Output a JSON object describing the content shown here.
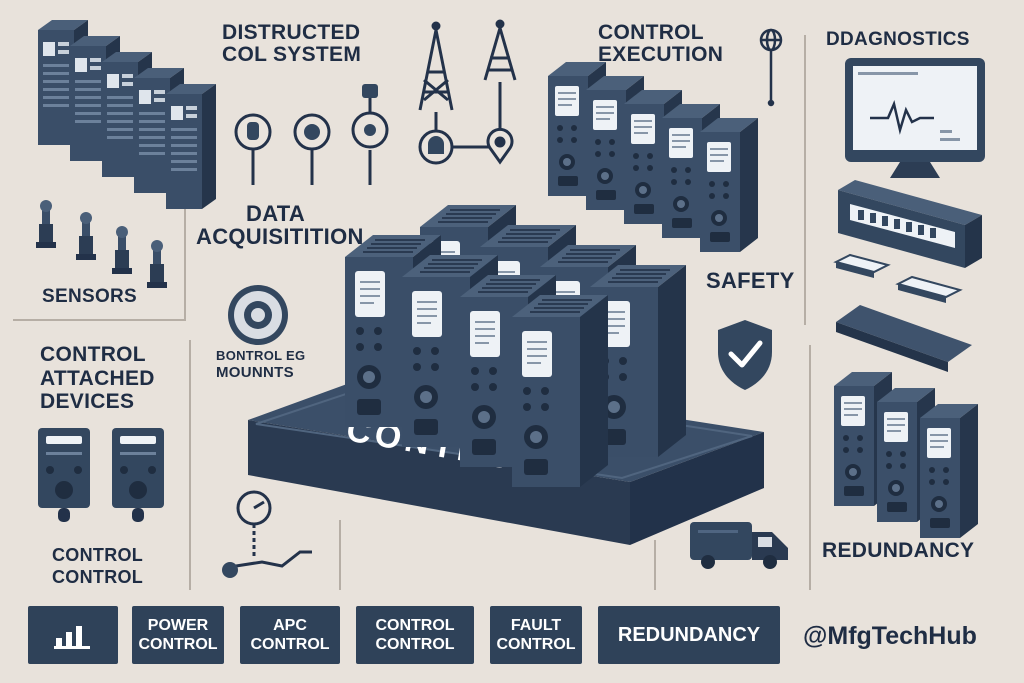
{
  "labels": {
    "distributed_system": [
      "DISTRUCTED",
      "COL SYSTEM"
    ],
    "control_execution": [
      "CONTROL",
      "EXECUTION"
    ],
    "diagnostics": "DDAGNOSTICS",
    "data_acquisition": [
      "DATA",
      "ACQUISITITION"
    ],
    "sensors": "SENSORS",
    "safety": "SAFETY",
    "control_attached_devices": [
      "CONTROL",
      "ATTACHED",
      "DEVICES"
    ],
    "mounts": [
      "BONTROL EG",
      "MOUNNTS"
    ],
    "control_control": [
      "CONTROL",
      "CONTROL"
    ],
    "platform": "CONTROL",
    "redundancy": "REDUNDANCY"
  },
  "bottom_bar": {
    "power_control": [
      "POWER",
      "CONTROL"
    ],
    "apc_control": [
      "APC",
      "CONTROL"
    ],
    "control_control": [
      "CONTROL",
      "CONTROL"
    ],
    "fault_control": [
      "FAULT",
      "CONTROL"
    ],
    "redundancy": "REDUNDANCY",
    "handle": "@MfgTechHub"
  },
  "icons": [
    "chart-icon",
    "globe-icon",
    "shield-check-icon",
    "truck-icon",
    "tower-icon",
    "sensor-icon",
    "monitor-icon"
  ],
  "colors": {
    "navy": "#33475f",
    "dark": "#23324a",
    "background": "#e8e2db",
    "button": "#2f4259"
  }
}
